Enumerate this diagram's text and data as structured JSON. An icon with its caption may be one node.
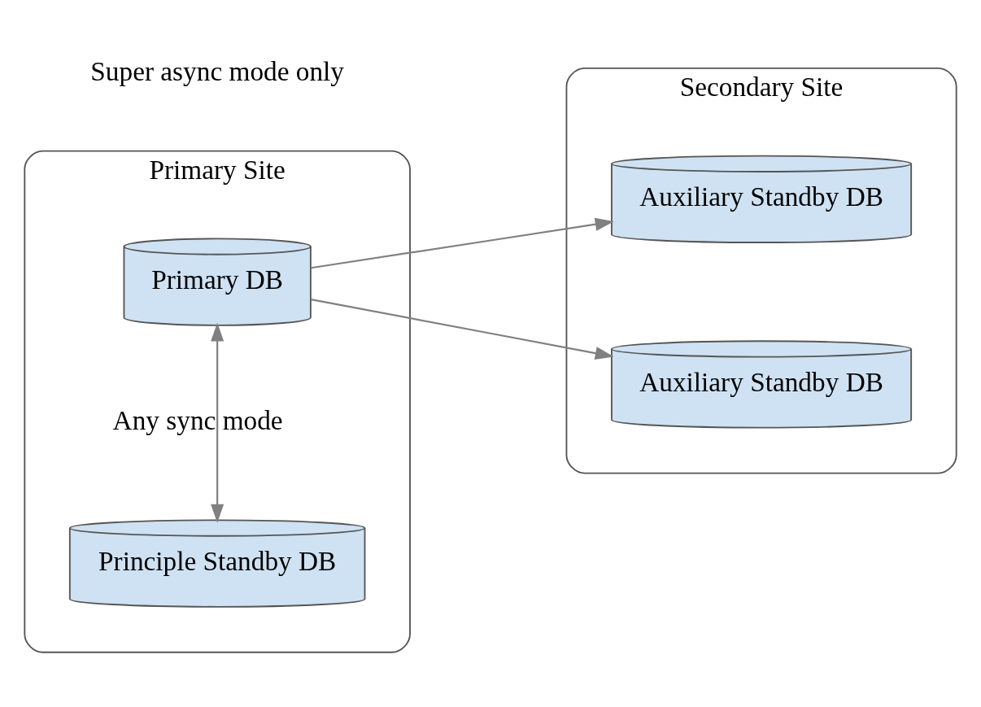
{
  "diagram": {
    "nodes": [
      {
        "text": [
          "Primary Site"
        ]
      },
      {
        "text": [
          "Primary DB"
        ],
        "in": 0
      },
      {
        "text": [
          "Principle Standby DB"
        ],
        "in": 0
      },
      {
        "text": [
          "Secondary Site"
        ]
      },
      {
        "text": [
          "Auxiliary Standby DB"
        ],
        "in": 3
      },
      {
        "text": [
          "Auxiliary Standby DB"
        ],
        "in": 3
      }
    ],
    "edges": [
      {
        "from": 1,
        "to": 4,
        "arrow": "to"
      },
      {
        "from": 1,
        "to": 5,
        "arrow": "to"
      },
      {
        "from": 1,
        "to": 2,
        "arrow": "both",
        "label": "Any sync mode"
      }
    ],
    "labels": [
      "Super async mode only"
    ]
  }
}
